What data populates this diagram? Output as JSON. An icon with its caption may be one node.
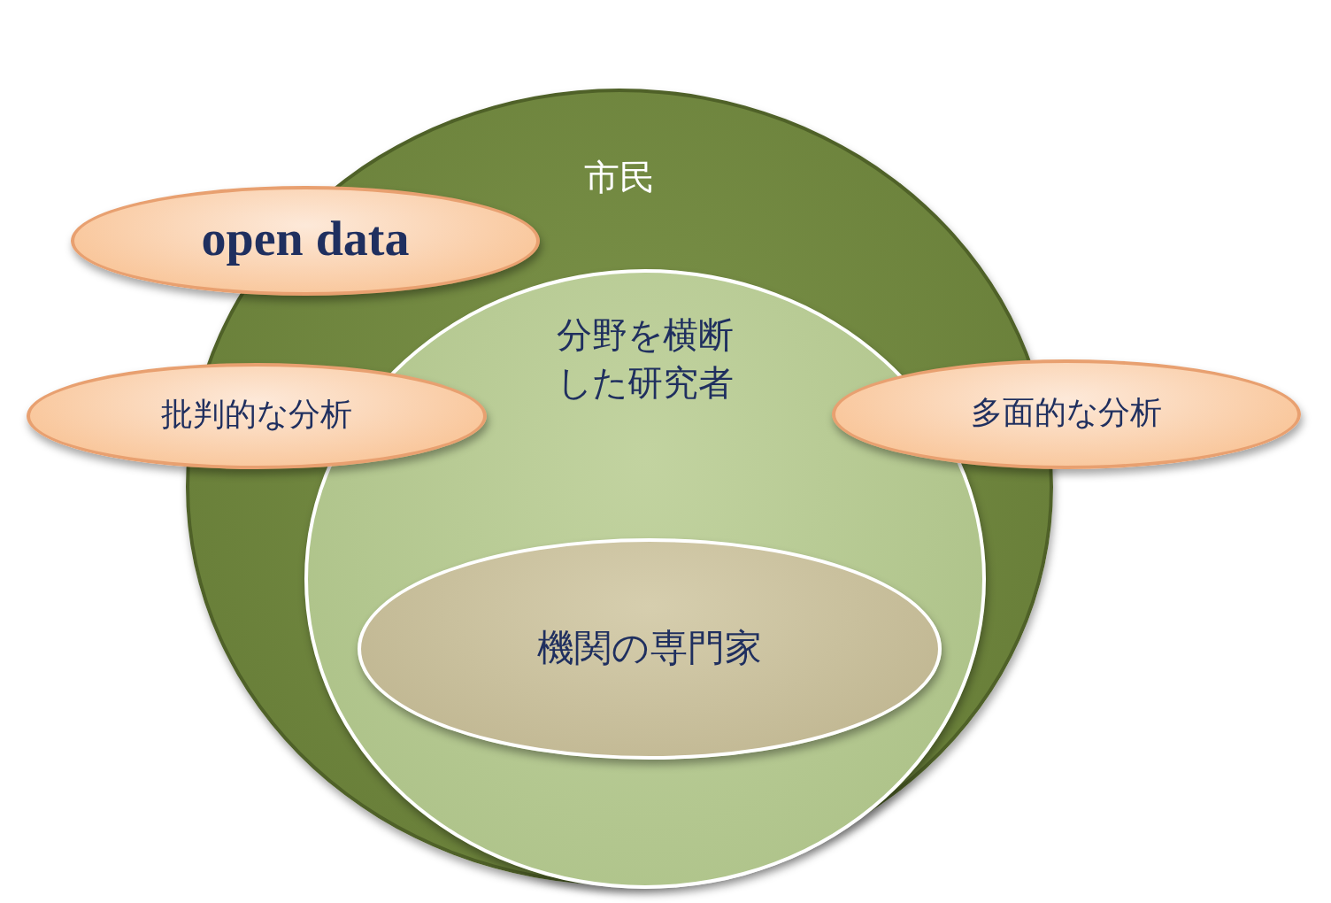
{
  "diagram": {
    "nodes": [
      {
        "text": [
          "市民"
        ]
      },
      {
        "text": [
          "分野を横断した研究者"
        ],
        "in": 0
      },
      {
        "text": [
          "機関の専門家"
        ],
        "in": 1
      },
      {
        "text": [
          "open data"
        ]
      },
      {
        "text": [
          "批判的な分析"
        ]
      },
      {
        "text": [
          "多面的な分析"
        ]
      }
    ]
  }
}
